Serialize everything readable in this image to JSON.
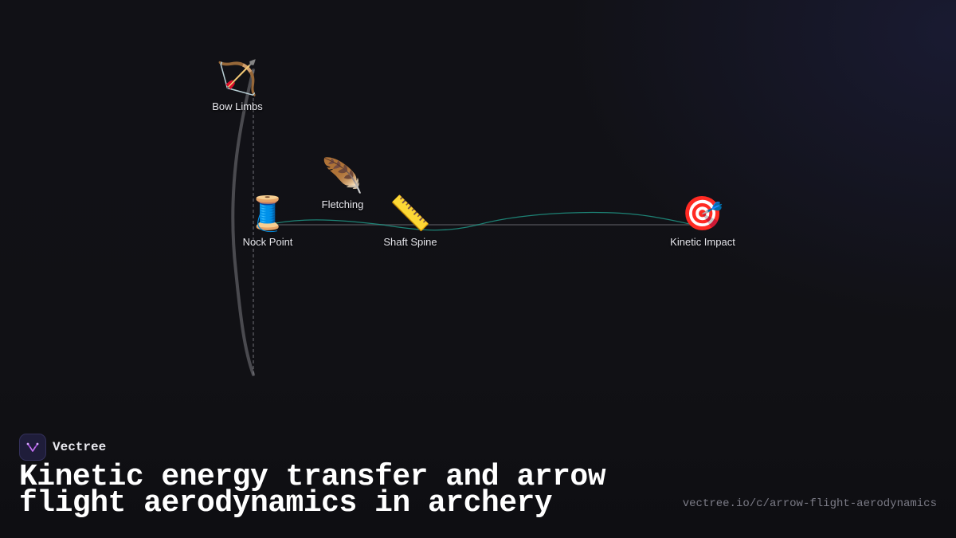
{
  "diagram": {
    "nodes": [
      {
        "id": "bow-limbs",
        "label": "Bow Limbs",
        "emoji": "🏹",
        "icon": "bow-and-arrow-icon"
      },
      {
        "id": "fletching",
        "label": "Fletching",
        "emoji": "🪶",
        "icon": "feather-icon"
      },
      {
        "id": "nock-point",
        "label": "Nock Point",
        "emoji": "🧵",
        "icon": "thread-spool-icon"
      },
      {
        "id": "shaft-spine",
        "label": "Shaft Spine",
        "emoji": "📏",
        "icon": "ruler-icon"
      },
      {
        "id": "kinetic-impact",
        "label": "Kinetic Impact",
        "emoji": "🎯",
        "icon": "bullseye-target-icon"
      }
    ],
    "colors": {
      "bow": "#4a4a4f",
      "flight_line": "#3a3a40",
      "wave": "#1f8f80",
      "string": "#9a9aa2"
    }
  },
  "brand": {
    "name": "Vectree",
    "logo_color": "#a04ad8"
  },
  "title": "Kinetic energy transfer and arrow flight aerodynamics in archery",
  "url": "vectree.io/c/arrow-flight-aerodynamics"
}
